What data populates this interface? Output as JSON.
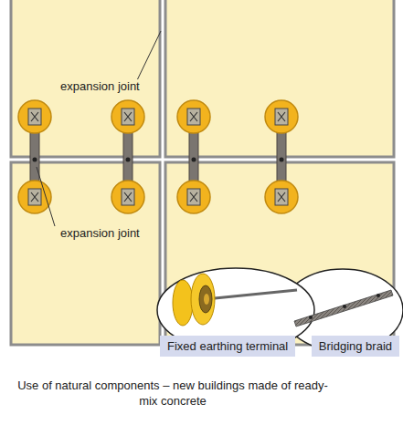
{
  "diagram": {
    "caption": "Use of natural components – new buildings made of ready-mix concrete",
    "nodes": [
      {
        "text": [
          "Fixed earthing terminal"
        ]
      },
      {
        "text": [
          "Bridging braid"
        ]
      }
    ],
    "labels": [
      "expansion joint",
      "expansion joint"
    ]
  }
}
